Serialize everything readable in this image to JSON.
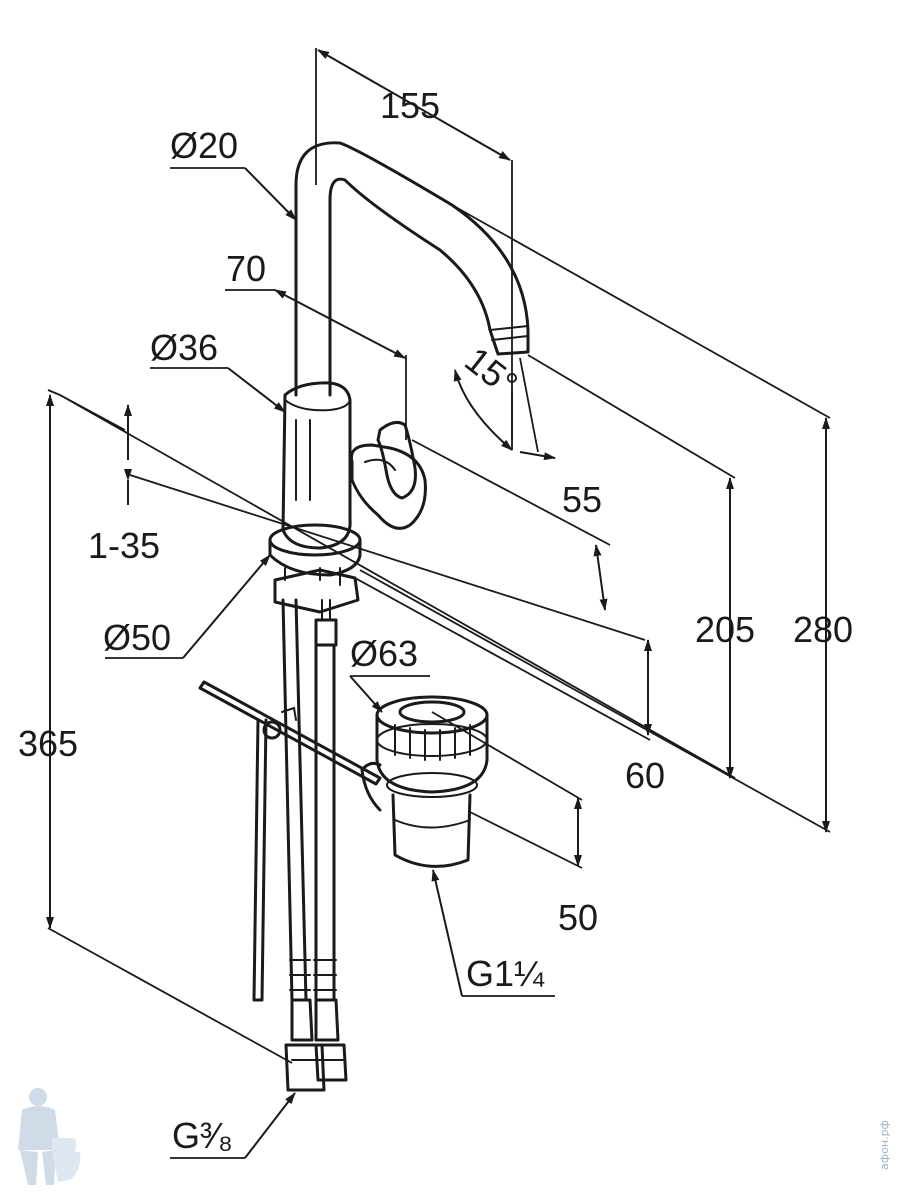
{
  "dimensions": {
    "spout_reach": "155",
    "spout_diameter": "Ø20",
    "lever_offset": "70",
    "body_diameter": "Ø36",
    "spout_angle": "15°",
    "lever_height": "55",
    "deck_thickness": "1-35",
    "base_diameter": "Ø50",
    "waste_diameter": "Ø63",
    "base_height": "60",
    "outlet_height": "205",
    "total_height": "280",
    "hose_length": "365",
    "waste_height": "50",
    "waste_thread": "G1¼",
    "supply_thread": "G³⁄₈"
  },
  "watermark": {
    "side_text": "афон.рф"
  },
  "colors": {
    "line": "#1a1a1a",
    "watermark": "#9db3c7"
  }
}
